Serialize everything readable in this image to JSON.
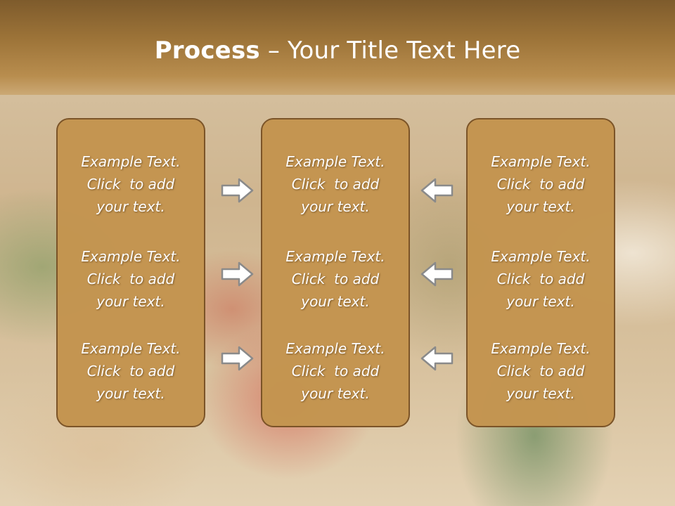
{
  "slide": {
    "title_bold": "Process",
    "title_rest": " – Your Title Text Here"
  },
  "columns": [
    {
      "items": [
        [
          "Example Text.",
          "Click  to add",
          "your text."
        ],
        [
          "Example Text.",
          "Click  to add",
          "your text."
        ],
        [
          "Example Text.",
          "Click  to add",
          "your text."
        ]
      ]
    },
    {
      "items": [
        [
          "Example Text.",
          "Click  to add",
          "your text."
        ],
        [
          "Example Text.",
          "Click  to add",
          "your text."
        ],
        [
          "Example Text.",
          "Click  to add",
          "your text."
        ]
      ]
    },
    {
      "items": [
        [
          "Example Text.",
          "Click  to add",
          "your text."
        ],
        [
          "Example Text.",
          "Click  to add",
          "your text."
        ],
        [
          "Example Text.",
          "Click  to add",
          "your text."
        ]
      ]
    }
  ],
  "arrows": {
    "left_group": "right-arrow-icon",
    "right_group": "left-arrow-icon"
  },
  "colors": {
    "panel_fill": "#c49550",
    "panel_border": "#7a5226",
    "title_band": "#9c7338"
  }
}
